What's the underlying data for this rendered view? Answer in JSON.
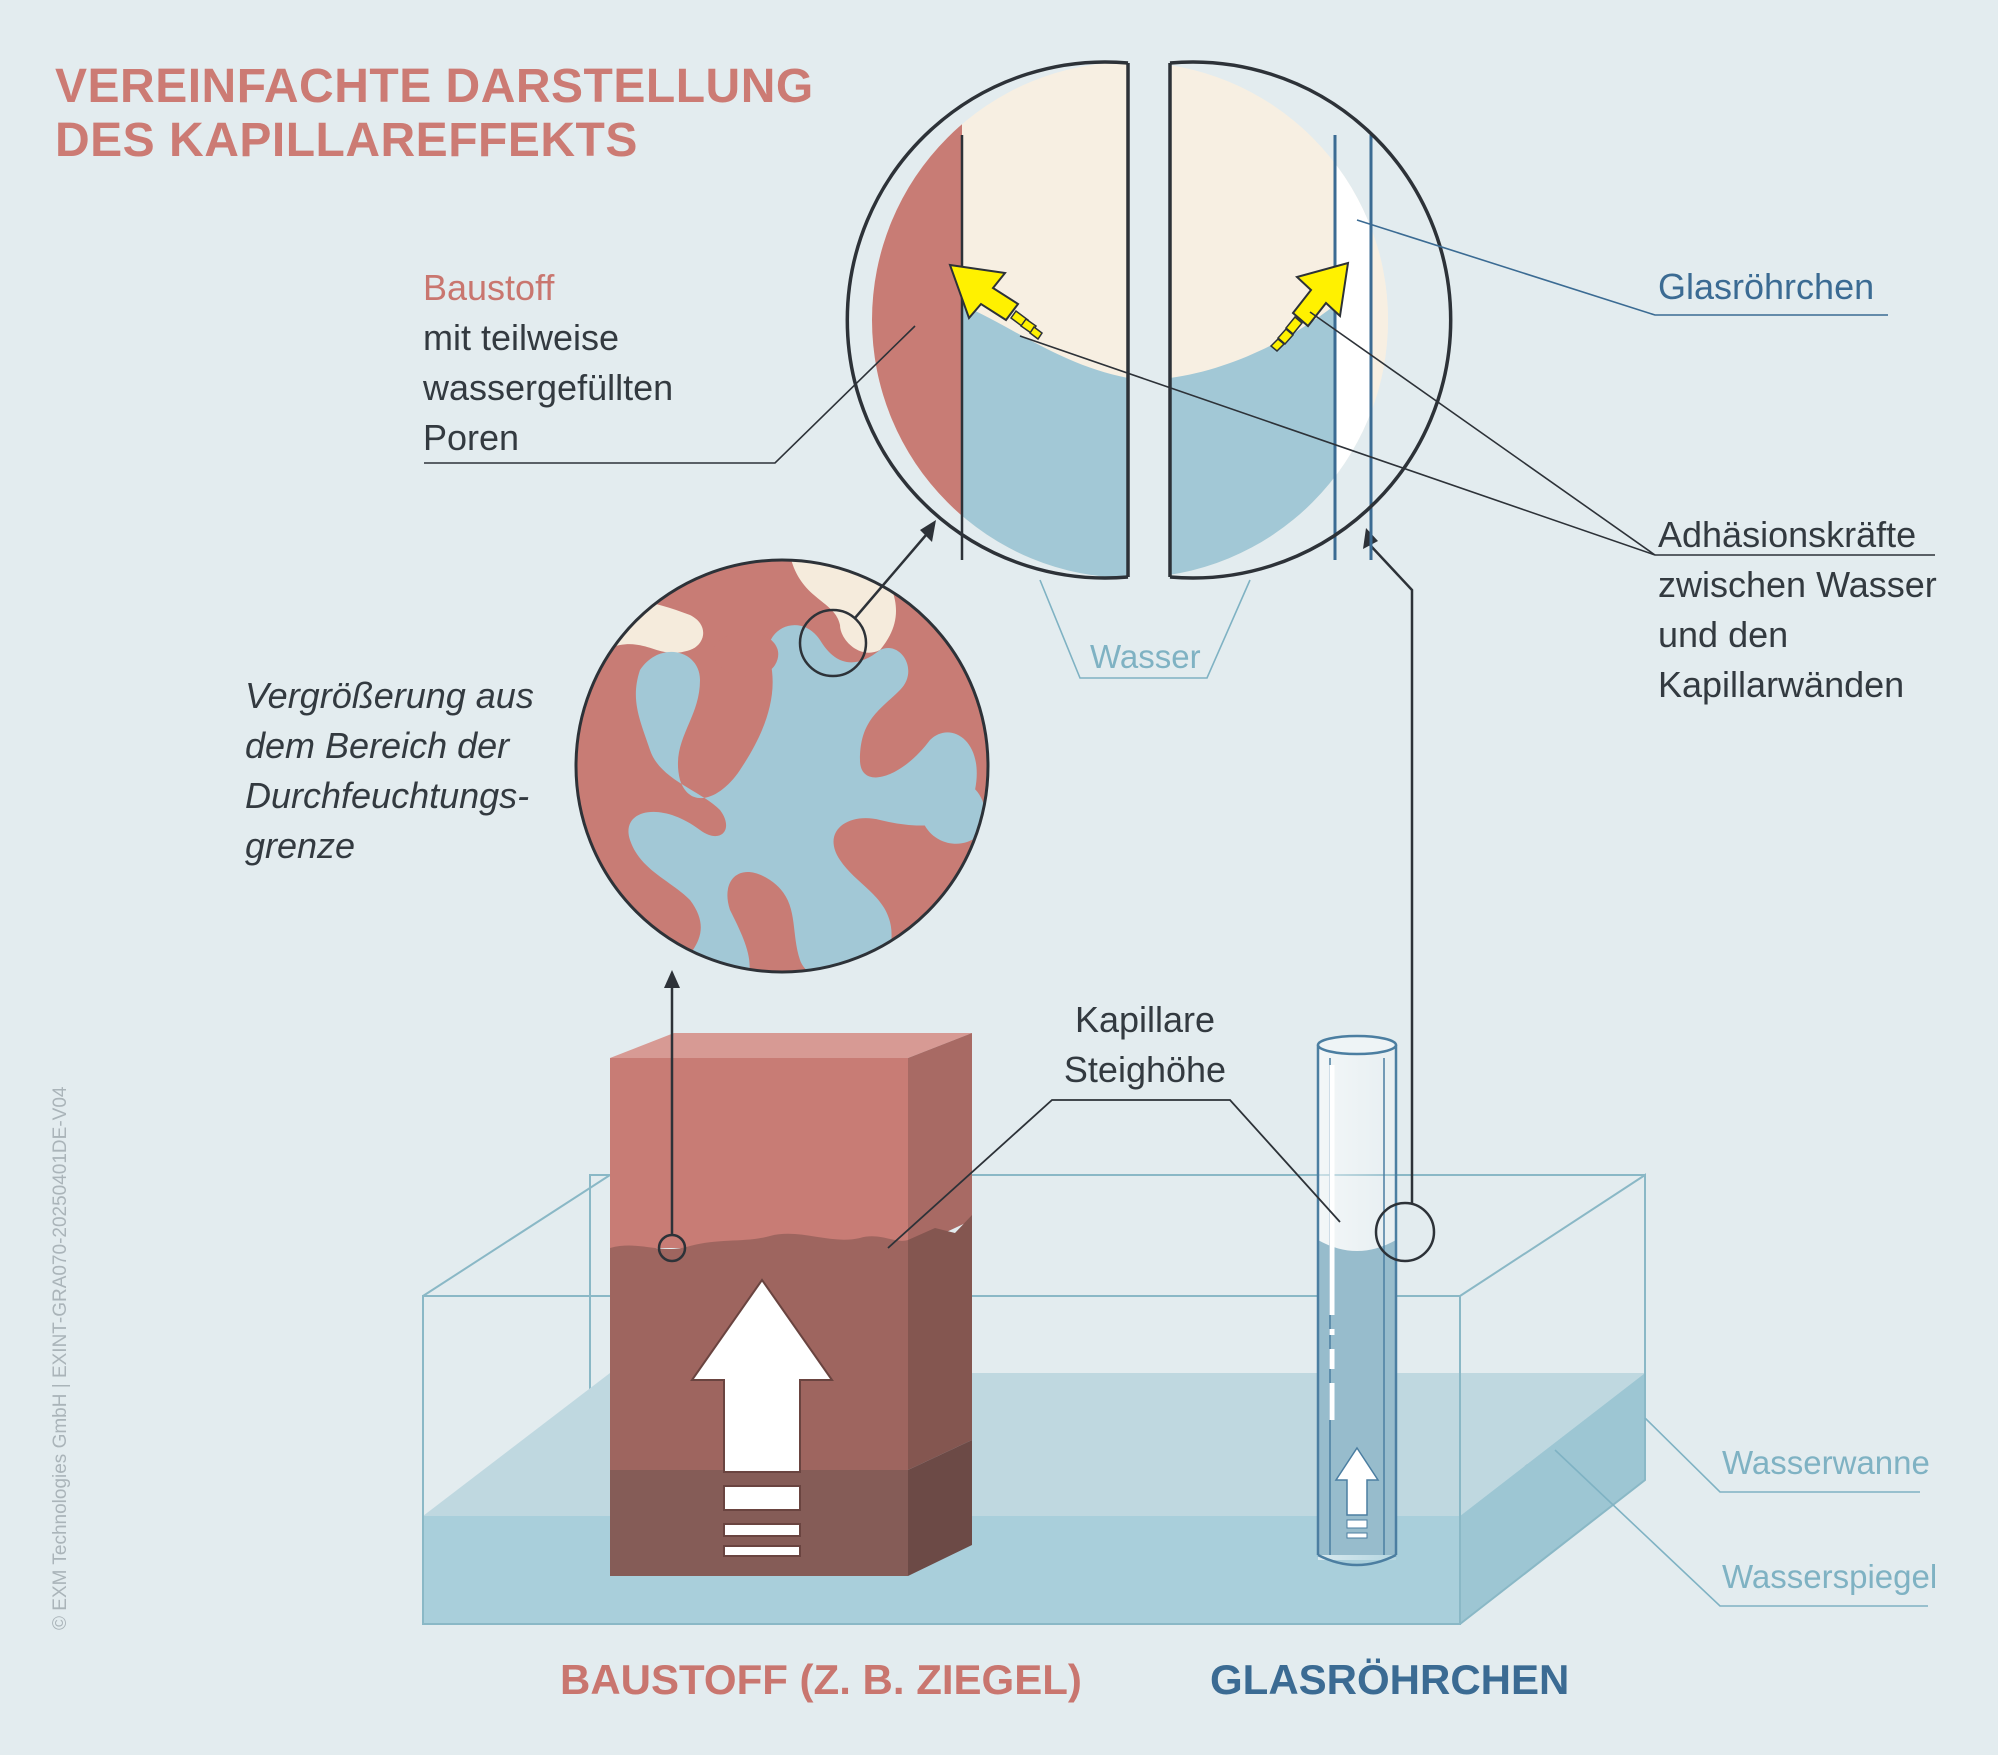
{
  "title": {
    "line1": "VEREINFACHTE DARSTELLUNG",
    "line2": "DES KAPILLAREFFEKTS"
  },
  "labels": {
    "baustoff": {
      "line1": "Baustoff",
      "line2": "mit teilweise",
      "line3": "wassergefüllten",
      "line4": "Poren"
    },
    "vergroesserung": {
      "line1": "Vergrößerung aus",
      "line2": "dem Bereich der",
      "line3": "Durchfeuchtungs-",
      "line4": "grenze"
    },
    "glasroehrchen": "Glasröhrchen",
    "adhaesion": {
      "line1": "Adhäsionskräfte",
      "line2": "zwischen Wasser",
      "line3": "und den",
      "line4": "Kapillarwänden"
    },
    "wasser": "Wasser",
    "kapillare": {
      "line1": "Kapillare",
      "line2": "Steighöhe"
    },
    "wasserwanne": "Wasserwanne",
    "wasserspiegel": "Wasserspiegel"
  },
  "bottom_labels": {
    "baustoff": "BAUSTOFF (Z. B. ZIEGEL)",
    "glasroehrchen": "GLASRÖHRCHEN"
  },
  "copyright": "© EXM Technologies GmbH | EXINT-GRA070-20250401DE-V04",
  "colors": {
    "background": "#e3ecef",
    "brick": "#c87c75",
    "brick_dark": "#9e655f",
    "water": "#a2c8d6",
    "cream": "#f7efe2",
    "glass_blue": "#3b6b93",
    "arrow_yellow": "#fff100",
    "line": "#2d3238"
  }
}
